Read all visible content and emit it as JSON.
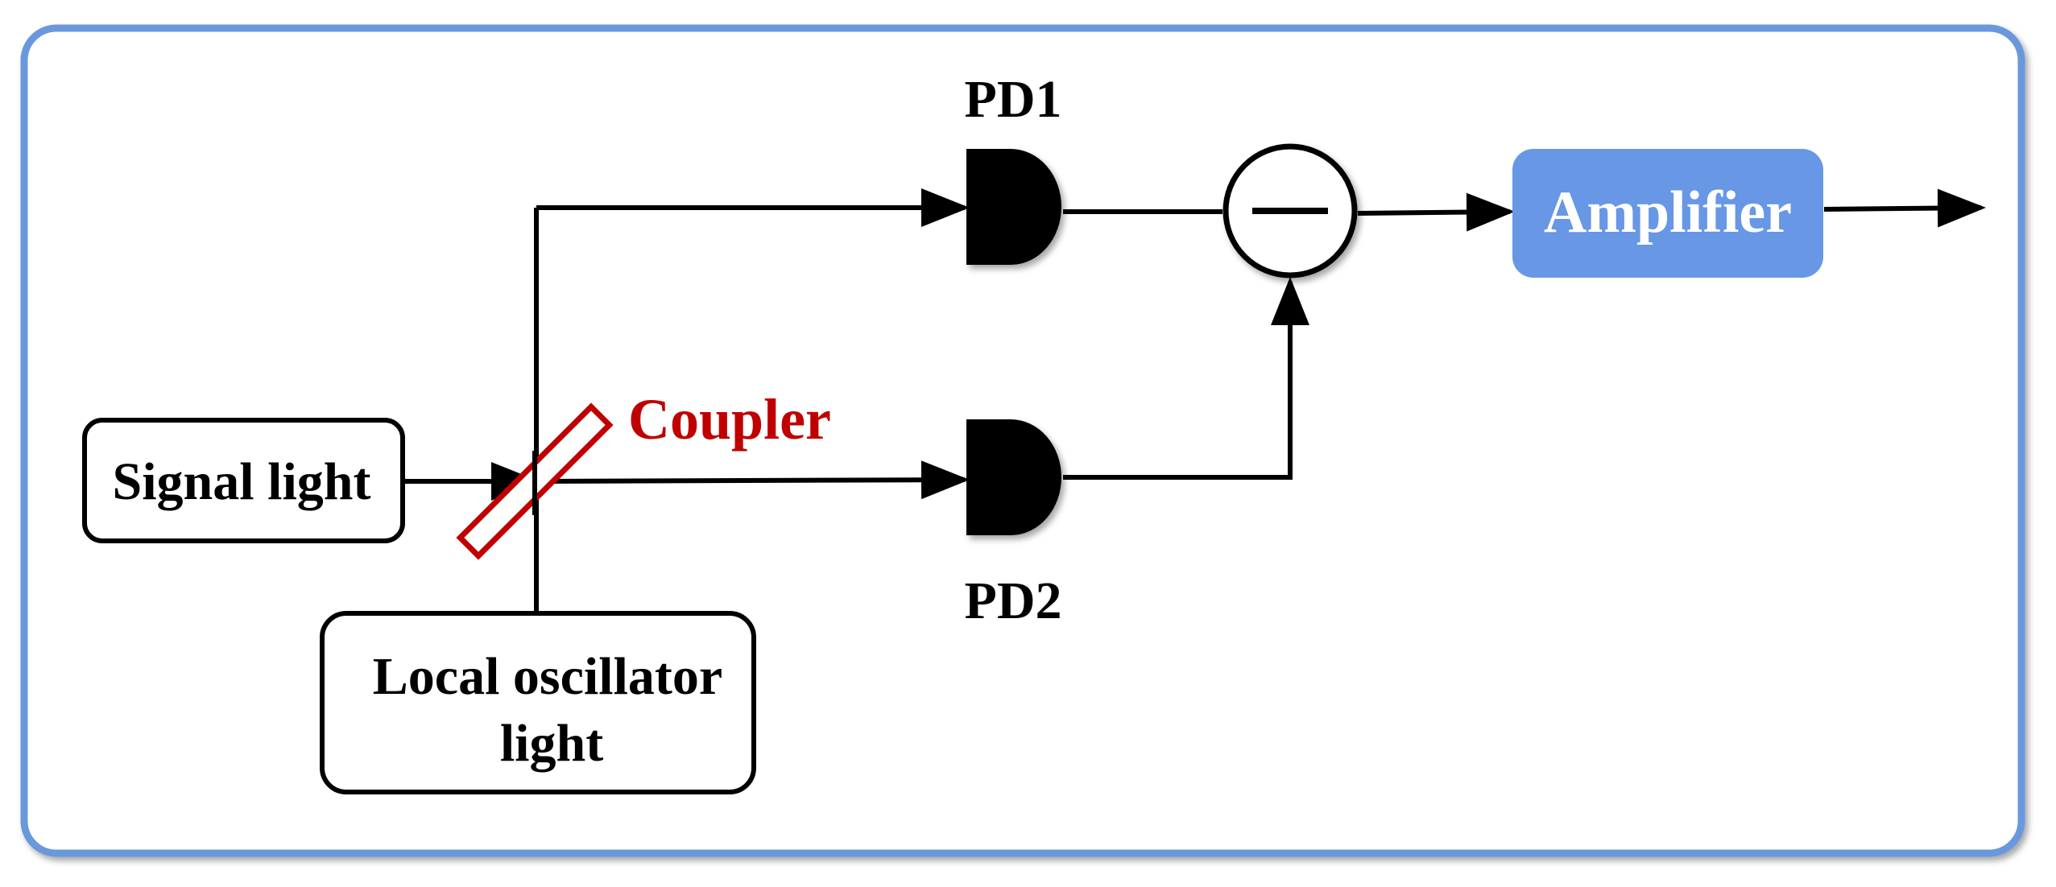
{
  "labels": {
    "signal": "Signal light",
    "lo_line1": "Local oscillator",
    "lo_line2": "light",
    "coupler": "Coupler",
    "pd1": "PD1",
    "pd2": "PD2",
    "amplifier": "Amplifier"
  },
  "colors": {
    "frame": "#6a98dd",
    "amplifier_fill": "#6797e5",
    "amplifier_text": "#ffffff",
    "coupler": "#c00000",
    "stroke": "#000000"
  },
  "icons": {
    "detector": "photodetector-icon",
    "subtractor": "minus-circle-icon"
  }
}
